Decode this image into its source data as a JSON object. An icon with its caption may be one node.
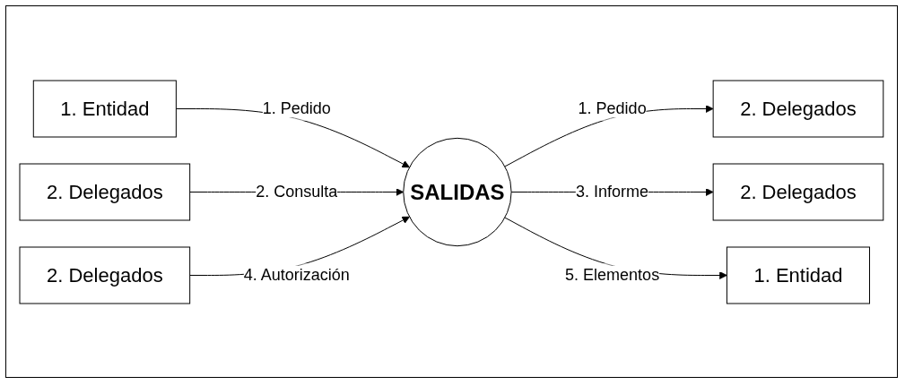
{
  "diagram": {
    "nodes": [
      {
        "text": [
          "1. Entidad"
        ]
      },
      {
        "text": [
          "2. Delegados"
        ]
      },
      {
        "text": [
          "2. Delegados"
        ]
      },
      {
        "text": [
          "SALIDAS"
        ]
      },
      {
        "text": [
          "2. Delegados"
        ]
      },
      {
        "text": [
          "1. Entidad"
        ]
      },
      {
        "text": [
          "2. Delegados"
        ]
      }
    ],
    "edges": [
      {
        "from": 0,
        "to": 3,
        "arrow": "to",
        "label": "1. Pedido"
      },
      {
        "from": 3,
        "to": 1,
        "arrow": "to",
        "label": "1. Pedido"
      },
      {
        "from": 2,
        "to": 3,
        "arrow": "to",
        "label": "2. Consulta"
      },
      {
        "from": 3,
        "to": 4,
        "arrow": "to",
        "label": "3. Informe"
      },
      {
        "from": 6,
        "to": 3,
        "arrow": "to",
        "label": "4. Autorización"
      },
      {
        "from": 3,
        "to": 5,
        "arrow": "to",
        "label": "5. Elementos"
      }
    ]
  }
}
